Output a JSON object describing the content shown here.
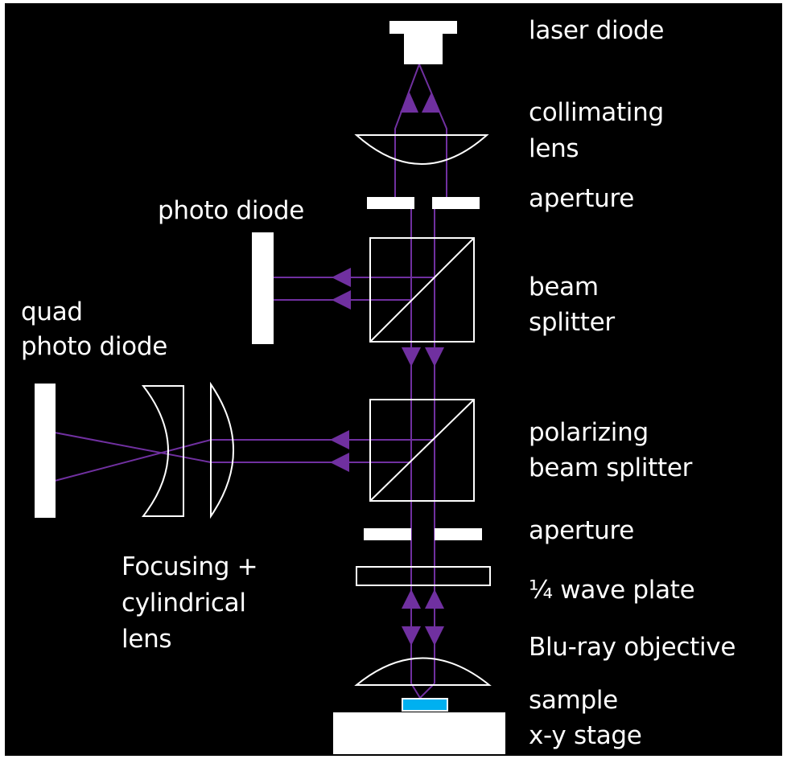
{
  "labels": {
    "laser_diode": "laser diode",
    "collimating_lens_1": "collimating",
    "collimating_lens_2": "lens",
    "aperture_top": "aperture",
    "photo_diode": "photo diode",
    "beam_splitter_1": "beam",
    "beam_splitter_2": "splitter",
    "quad_photo_diode_1": "quad",
    "quad_photo_diode_2": "photo diode",
    "polarizing_bs_1": "polarizing",
    "polarizing_bs_2": "beam splitter",
    "aperture_bottom": "aperture",
    "wave_plate": "¼ wave plate",
    "focusing_lens_1": "Focusing +",
    "focusing_lens_2": "cylindrical",
    "focusing_lens_3": "lens",
    "objective": "Blu-ray objective",
    "sample": "sample",
    "stage": "x-y stage"
  },
  "colors": {
    "background": "#000000",
    "components": "#ffffff",
    "beam": "#7030a0",
    "sample": "#00b0f0",
    "page": "#ffffff"
  }
}
